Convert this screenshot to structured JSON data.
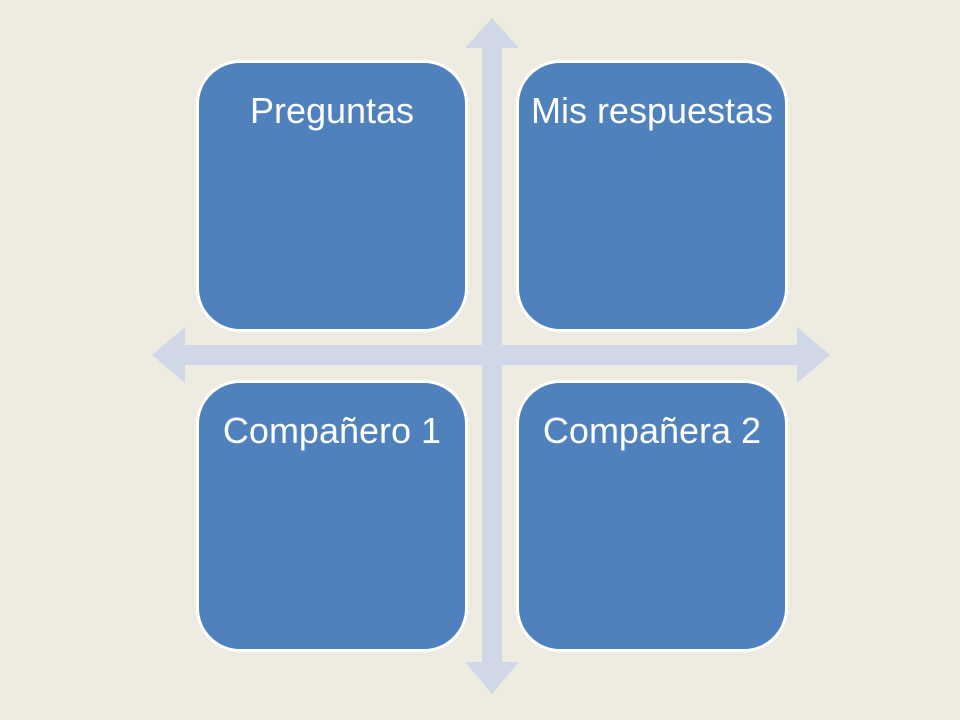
{
  "diagram": {
    "boxes": {
      "top_left": "Preguntas",
      "top_right": "Mis respuestas",
      "bottom_left": "Compañero 1",
      "bottom_right": "Compañera 2"
    },
    "colors": {
      "background": "#EEECE1",
      "box_fill": "#4F81BD",
      "box_border": "#FFFFFF",
      "box_text": "#FFFFFF",
      "arrow_fill": "#D0D8E8"
    }
  }
}
